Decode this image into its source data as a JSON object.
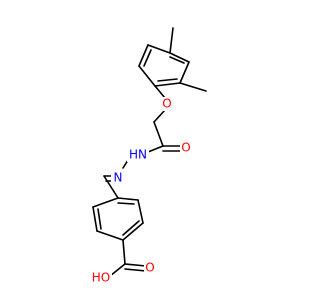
{
  "atoms": {
    "o_ether": "O",
    "o_amide": "O",
    "nh_amide": "HN",
    "n_imine": "N",
    "o_acid_dbl": "O",
    "oh_acid": "HO"
  },
  "colors": {
    "bond": "#000000",
    "oxygen": "#ff0000",
    "nitrogen": "#0000ff",
    "background": "#ffffff"
  }
}
